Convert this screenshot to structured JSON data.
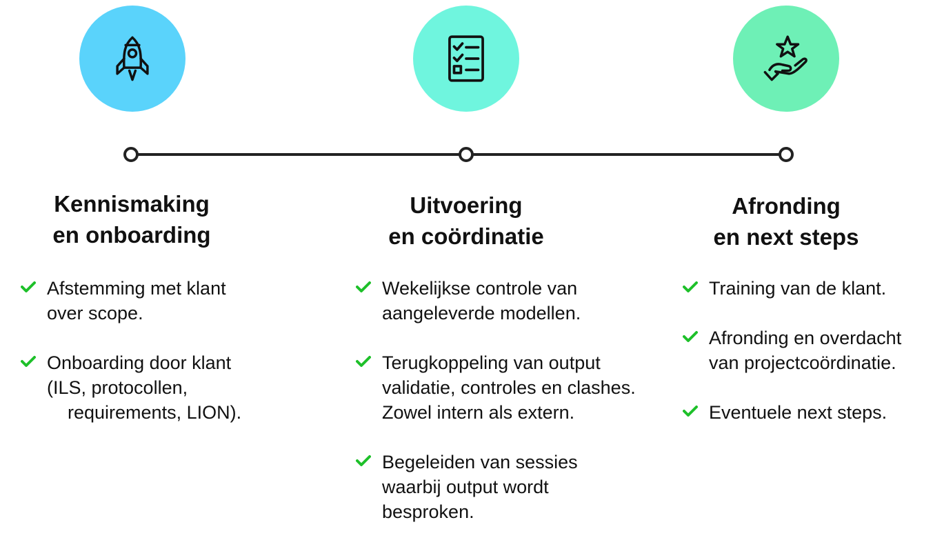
{
  "colors": {
    "stage1_circle": "#5ad3fb",
    "stage2_circle": "#6ff5de",
    "stage3_circle": "#6ef0b6",
    "check": "#1ec02a",
    "line": "#222222"
  },
  "stages": [
    {
      "icon": "rocket-icon",
      "title_line1": "Kennismaking",
      "title_line2": "en onboarding",
      "items": [
        {
          "text": "Afstemming met klant\nover scope."
        },
        {
          "text": "Onboarding door klant\n(ILS, protocollen,\n    requirements, LION)."
        }
      ]
    },
    {
      "icon": "checklist-icon",
      "title_line1": "Uitvoering",
      "title_line2": "en coördinatie",
      "items": [
        {
          "text": "Wekelijkse controle van\naangeleverde modellen."
        },
        {
          "text": "Terugkoppeling van output\nvalidatie, controles en clashes.\nZowel intern als extern."
        },
        {
          "text": "Begeleiden van sessies\nwaarbij output wordt\nbesproken."
        }
      ]
    },
    {
      "icon": "hand-star-icon",
      "title_line1": "Afronding",
      "title_line2": "en next steps",
      "items": [
        {
          "text": "Training van de klant."
        },
        {
          "text": "Afronding en overdacht\nvan projectcoördinatie."
        },
        {
          "text": "Eventuele next steps."
        }
      ]
    }
  ]
}
